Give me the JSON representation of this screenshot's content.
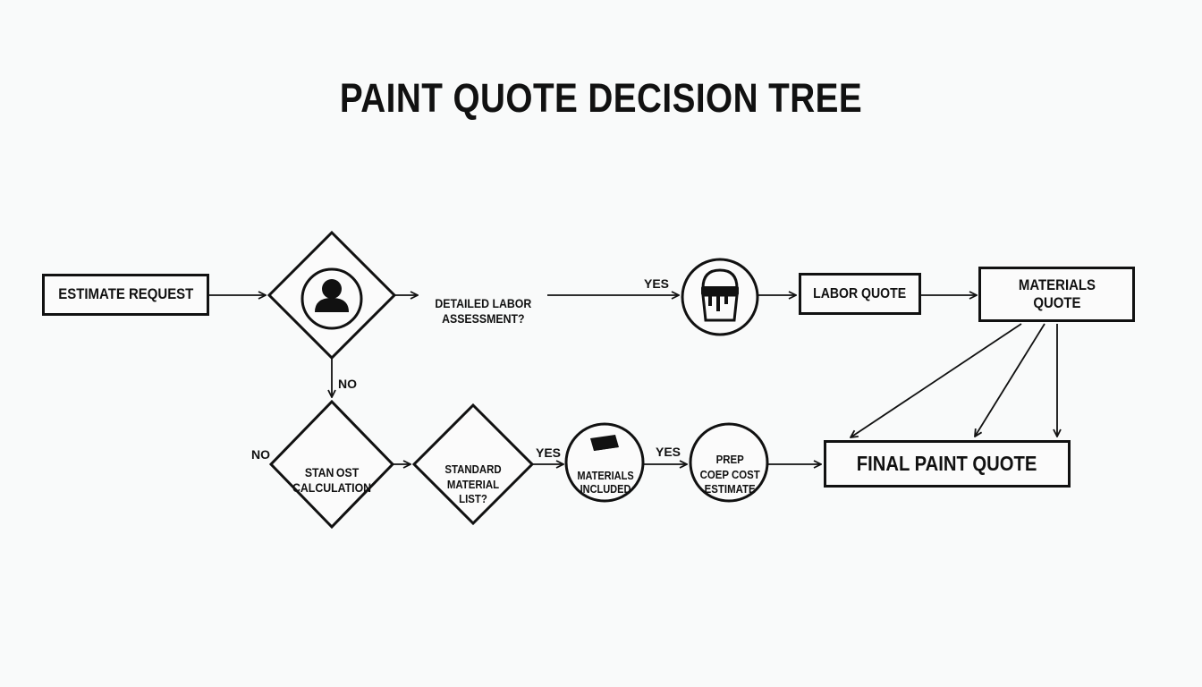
{
  "title": "PAINT QUOTE DECISION TREE",
  "nodes": {
    "estimate_request": "ESTIMATE REQUEST",
    "detailed_labor": "DETAILED LABOR\nASSESSMENT?",
    "labor_quote": "LABOR QUOTE",
    "materials_quote": "MATERIALS\nQUOTE",
    "standard_cost": "STAN OST\nCALCULATION",
    "standard_material": "STANDARD\nMATERIAL\nLIST?",
    "materials_included": "MATERIALS\nINCLUDED",
    "prep_cost": "PREP\nCOEP COST\nESTIMATE",
    "final_quote": "FINAL PAINT QUOTE"
  },
  "edges": {
    "yes_1": "YES",
    "no_down": "NO",
    "no_left": "NO",
    "yes_2": "YES",
    "yes_3": "YES"
  },
  "icons": {
    "decision_1": "person-icon",
    "bucket": "paint-bucket-icon",
    "materials": "paint-brush-icon"
  }
}
